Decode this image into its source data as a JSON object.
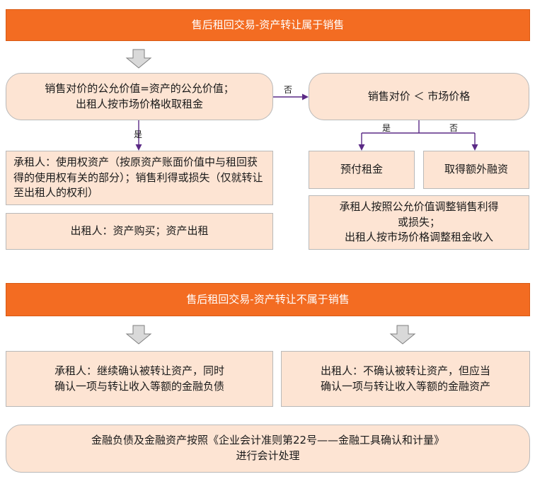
{
  "top": {
    "title": "售后租回交易-资产转让属于销售",
    "condition_left": "销售对价的公允价值=资产的公允价值；\n出租人按市场价格收取租金",
    "condition_right": "销售对价 ＜ 市场价格",
    "label_no_1": "否",
    "label_yes_1": "是",
    "label_yes_2": "是",
    "label_no_2": "否",
    "lessee_result": "承租人：使用权资产（按原资产账面价值中与租回获得的使用权有关的部分）；销售利得或损失（仅就转让至出租人的权利）",
    "lessor_result": "出租人：资产购买；资产出租",
    "prepaid_rent": "预付租金",
    "extra_financing": "取得额外融资",
    "adjust_note": "承租人按照公允价值调整销售利得\n或损失；\n出租人按市场价格调整租金收入"
  },
  "bottom": {
    "title": "售后租回交易-资产转让不属于销售",
    "lessee": "承租人：继续确认被转让资产，同时\n确认一项与转让收入等额的金融负债",
    "lessor": "出租人：不确认被转让资产，但应当\n确认一项与转让收入等额的金融资产",
    "footer": "金融负债及金融资产按照《企业会计准则第22号——金融工具确认和计量》\n进行会计处理"
  },
  "colors": {
    "header": "#f36c22",
    "box_fill": "#fde4d3",
    "connector": "#5b2a86",
    "arrow_fill": "#d9d9d9"
  }
}
